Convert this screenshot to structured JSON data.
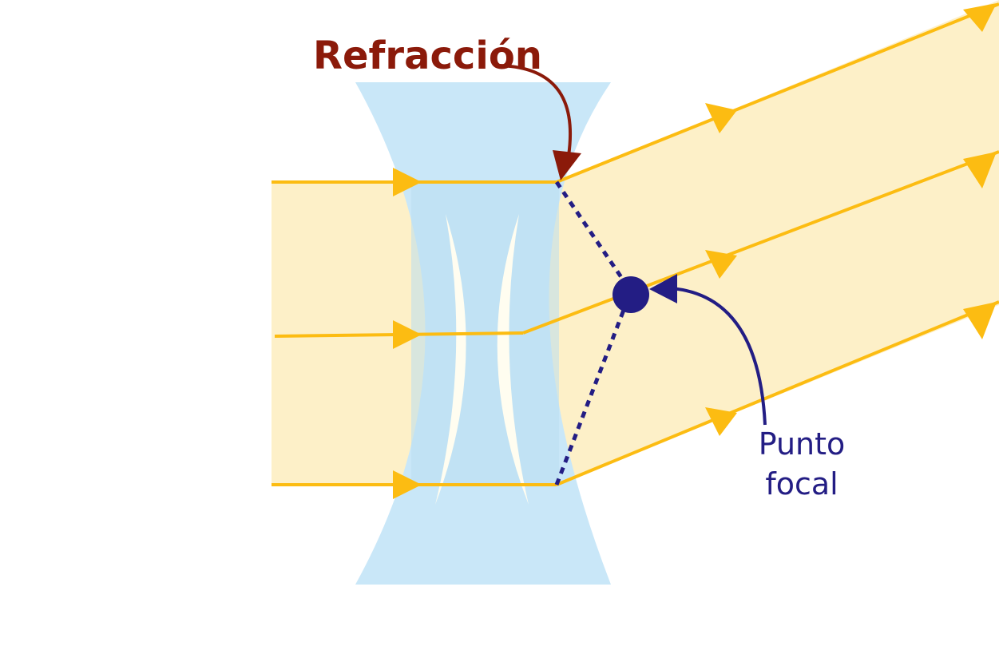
{
  "labels": {
    "refraction": "Refracción",
    "focal_point_line1": "Punto",
    "focal_point_line2": "focal"
  },
  "colors": {
    "ray": "#fcbc12",
    "beam_fill": "#fdf0c8",
    "lens_fill": "#c9e7f8",
    "lens_center": "#b9dff0",
    "lens_highlight": "#fffdf0",
    "refraction_label": "#8b1a0a",
    "focal_label": "#231d84",
    "focal_point": "#231d84",
    "background": "#ffffff"
  },
  "icons": {
    "ray_arrow": "triangle-arrowhead",
    "focal_point": "filled-circle",
    "pointer_arrow": "curved-arrow"
  }
}
